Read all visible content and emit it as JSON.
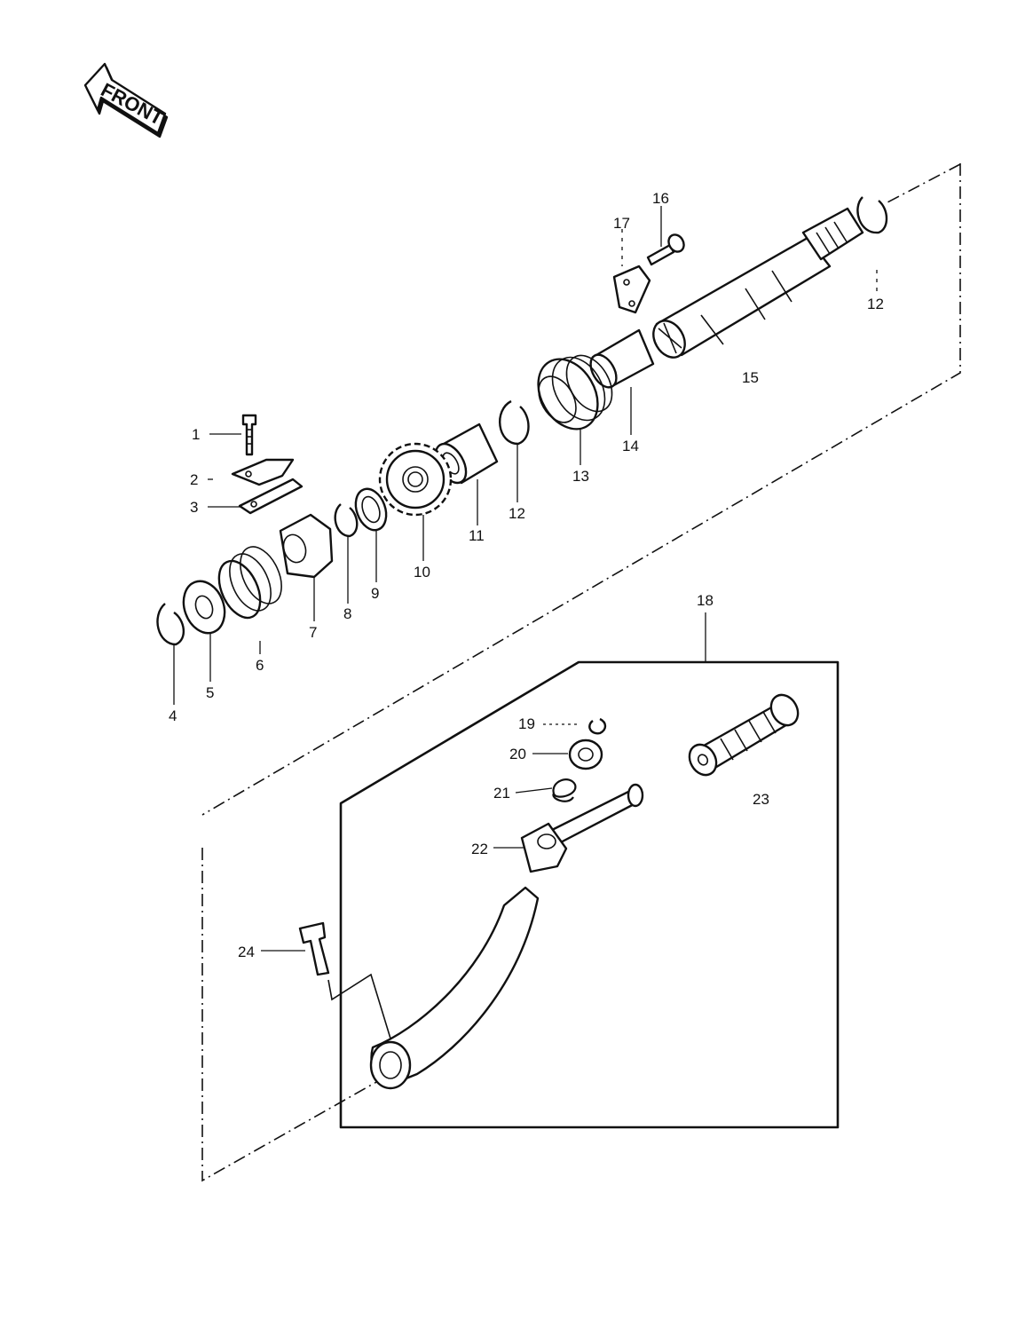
{
  "front_arrow": {
    "label": "FRONT"
  },
  "callouts": {
    "c1": "1",
    "c2": "2",
    "c3": "3",
    "c4": "4",
    "c5": "5",
    "c6": "6",
    "c7": "7",
    "c8": "8",
    "c9": "9",
    "c10": "10",
    "c11": "11",
    "c12a": "12",
    "c12b": "12",
    "c13": "13",
    "c14": "14",
    "c15": "15",
    "c16": "16",
    "c17": "17",
    "c18": "18",
    "c19": "19",
    "c20": "20",
    "c21": "21",
    "c22": "22",
    "c23": "23",
    "c24": "24"
  }
}
